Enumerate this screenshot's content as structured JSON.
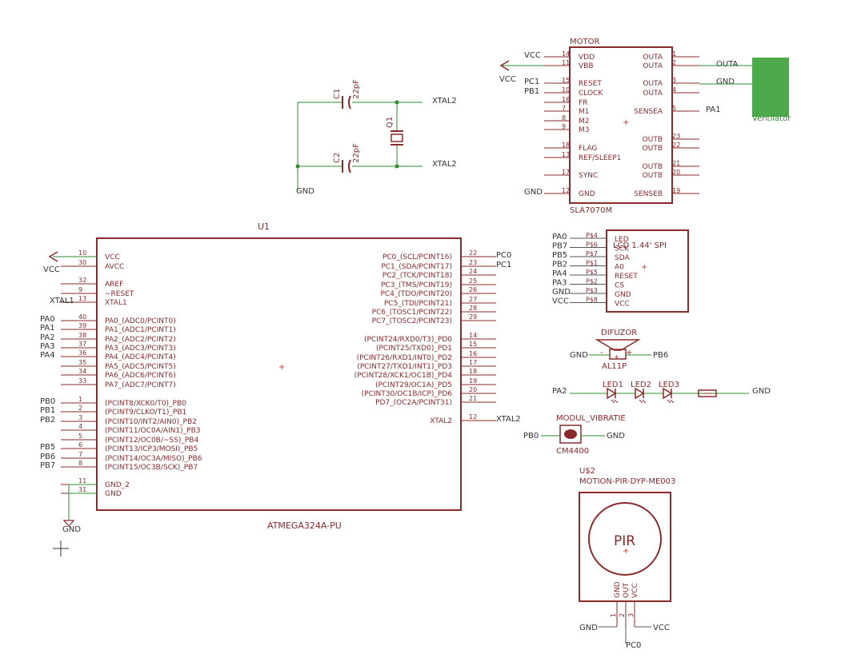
{
  "mcu": {
    "ref": "U1",
    "part": "ATMEGA324A-PU",
    "left_pins": [
      {
        "num": "10",
        "name": "VCC",
        "net": ""
      },
      {
        "num": "30",
        "name": "AVCC",
        "net": ""
      },
      {
        "num": "32",
        "name": "AREF",
        "net": ""
      },
      {
        "num": "9",
        "name": "~RESET",
        "net": ""
      },
      {
        "num": "13",
        "name": "XTAL1",
        "net": "XTAL1"
      },
      {
        "num": "40",
        "name": "PA0_(ADC0/PCINT0)",
        "net": "PA0"
      },
      {
        "num": "39",
        "name": "PA1_(ADC1/PCINT1)",
        "net": "PA1"
      },
      {
        "num": "38",
        "name": "PA2_(ADC2/PCINT2)",
        "net": "PA2"
      },
      {
        "num": "37",
        "name": "PA3_(ADC3/PCINT3)",
        "net": "PA3"
      },
      {
        "num": "36",
        "name": "PA4_(ADC4/PCINT4)",
        "net": "PA4"
      },
      {
        "num": "35",
        "name": "PA5_(ADC5/PCINT5)",
        "net": ""
      },
      {
        "num": "34",
        "name": "PA6_(ADC6/PCINT6)",
        "net": ""
      },
      {
        "num": "33",
        "name": "PA7_(ADC7/PCINT7)",
        "net": ""
      },
      {
        "num": "1",
        "name": "(PCINT8/XCK0/T0)_PB0",
        "net": "PB0"
      },
      {
        "num": "2",
        "name": "(PCINT9/CLKO/T1)_PB1",
        "net": "PB1"
      },
      {
        "num": "3",
        "name": "(PCINT10/INT2/AIN0)_PB2",
        "net": "PB2"
      },
      {
        "num": "4",
        "name": "(PCINT11/OC0A/AIN1)_PB3",
        "net": ""
      },
      {
        "num": "5",
        "name": "(PCINT12/OC0B/~SS)_PB4",
        "net": ""
      },
      {
        "num": "6",
        "name": "(PCINT13/ICP3/MOSI)_PB5",
        "net": "PB5"
      },
      {
        "num": "7",
        "name": "(PCINT14/OC3A/MISO)_PB6",
        "net": "PB6"
      },
      {
        "num": "8",
        "name": "(PCINT15/OC3B/SCK)_PB7",
        "net": "PB7"
      },
      {
        "num": "11",
        "name": "GND_2",
        "net": ""
      },
      {
        "num": "31",
        "name": "GND",
        "net": ""
      }
    ],
    "right_pins": [
      {
        "num": "22",
        "name": "PC0_(SCL/PCINT16)",
        "net": "PC0"
      },
      {
        "num": "23",
        "name": "PC1_(SDA/PCINT17)",
        "net": "PC1"
      },
      {
        "num": "24",
        "name": "PC2_(TCK/PCINT18)",
        "net": ""
      },
      {
        "num": "25",
        "name": "PC3_(TMS/PCINT19)",
        "net": ""
      },
      {
        "num": "26",
        "name": "PC4_(TDO/PCINT20)",
        "net": ""
      },
      {
        "num": "27",
        "name": "PC5_(TDI/PCINT21)",
        "net": ""
      },
      {
        "num": "28",
        "name": "PC6_(TOSC1/PCINT22)",
        "net": ""
      },
      {
        "num": "29",
        "name": "PC7_(TOSC2/PCINT23)",
        "net": ""
      },
      {
        "num": "14",
        "name": "(PCINT24/RXD0/T3)_PD0",
        "net": ""
      },
      {
        "num": "15",
        "name": "(PCINT25/TXD0)_PD1",
        "net": ""
      },
      {
        "num": "16",
        "name": "(PCINT26/RXD1/INT0)_PD2",
        "net": ""
      },
      {
        "num": "17",
        "name": "(PCINT27/TXD1/INT1)_PD3",
        "net": ""
      },
      {
        "num": "18",
        "name": "(PCINT28/XCK1/OC1B)_PD4",
        "net": ""
      },
      {
        "num": "19",
        "name": "(PCINT29/OC1A)_PD5",
        "net": ""
      },
      {
        "num": "20",
        "name": "(PCINT30/OC1B/ICP)_PD6",
        "net": ""
      },
      {
        "num": "21",
        "name": "PD7_(OC2A/PCINT31)",
        "net": ""
      },
      {
        "num": "12",
        "name": "XTAL2",
        "net": "XTAL2"
      }
    ],
    "vcc_label": "VCC",
    "gnd_label": "GND"
  },
  "crystal": {
    "c1_ref": "C1",
    "c1_val": "22pF",
    "c2_ref": "C2",
    "c2_val": "22pF",
    "q_ref": "Q1",
    "net_top": "XTAL2",
    "net_bottom": "XTAL2",
    "gnd": "GND"
  },
  "motor": {
    "title": "MOTOR",
    "part": "SLA7070M",
    "vcc_arrow": "VCC",
    "left_pins": [
      {
        "num": "14",
        "name": "VDD",
        "net": "VCC"
      },
      {
        "num": "11",
        "name": "VBB",
        "net": ""
      },
      {
        "num": "15",
        "name": "RESET",
        "net": "PC1"
      },
      {
        "num": "10",
        "name": "CLOCK",
        "net": "PB1"
      },
      {
        "num": "16",
        "name": "FR",
        "net": ""
      },
      {
        "num": "7",
        "name": "M1",
        "net": ""
      },
      {
        "num": "8",
        "name": "M2",
        "net": ""
      },
      {
        "num": "9",
        "name": "M3",
        "net": ""
      },
      {
        "num": "18",
        "name": "FLAG",
        "net": ""
      },
      {
        "num": "13",
        "name": "REF/SLEEP1",
        "net": ""
      },
      {
        "num": "17",
        "name": "SYNC",
        "net": ""
      },
      {
        "num": "12",
        "name": "GND",
        "net": "GND"
      }
    ],
    "right_pins": [
      {
        "num": "1",
        "name": "OUTA",
        "net": ""
      },
      {
        "num": "2",
        "name": "OUTA",
        "net": "OUTA"
      },
      {
        "num": "3",
        "name": "OUTA",
        "net": "GND"
      },
      {
        "num": "4",
        "name": "OUTA",
        "net": ""
      },
      {
        "num": "5",
        "name": "SENSEA",
        "net": "PA1"
      },
      {
        "num": "23",
        "name": "OUTB",
        "net": ""
      },
      {
        "num": "22",
        "name": "OUTB",
        "net": ""
      },
      {
        "num": "21",
        "name": "OUTB",
        "net": ""
      },
      {
        "num": "20",
        "name": "OUTB",
        "net": ""
      },
      {
        "num": "19",
        "name": "SENSEB",
        "net": ""
      }
    ]
  },
  "fan": {
    "label": "Ventilator",
    "color": "#4caa4c"
  },
  "lcd": {
    "title": "LCD 1.44' SPI",
    "pins": [
      {
        "net": "PA0",
        "pnum": "P$4",
        "name": "LED"
      },
      {
        "net": "PB7",
        "pnum": "P$6",
        "name": "SCK"
      },
      {
        "net": "PB5",
        "pnum": "P$7",
        "name": "SDA"
      },
      {
        "net": "PB2",
        "pnum": "P$1",
        "name": "A0"
      },
      {
        "net": "PA4",
        "pnum": "P$5",
        "name": "RESET"
      },
      {
        "net": "PA3",
        "pnum": "P$2",
        "name": "CS"
      },
      {
        "net": "GND",
        "pnum": "P$3",
        "name": "GND"
      },
      {
        "net": "VCC",
        "pnum": "P$8",
        "name": "VCC"
      }
    ]
  },
  "buzzer": {
    "title": "DIFUZOR",
    "part": "AL11P",
    "left_net": "GND",
    "right_net": "PB6",
    "minus": "-",
    "plus": "+"
  },
  "leds": {
    "net_in": "PA2",
    "net_out": "GND",
    "labels": [
      "LED1",
      "LED2",
      "LED3"
    ]
  },
  "vibration": {
    "title": "MODUL_VIBRATIE",
    "part": "CM4400",
    "left_net": "PB0",
    "right_net": "GND"
  },
  "pir": {
    "ref": "U$2",
    "part": "MOTION-PIR-DYP-ME003",
    "text": "PIR",
    "pin_names": [
      "GND",
      "OUT",
      "VCC"
    ],
    "pin_nums": [
      "1",
      "2",
      "3"
    ],
    "nets": [
      "GND",
      "PC0",
      "VCC"
    ]
  }
}
